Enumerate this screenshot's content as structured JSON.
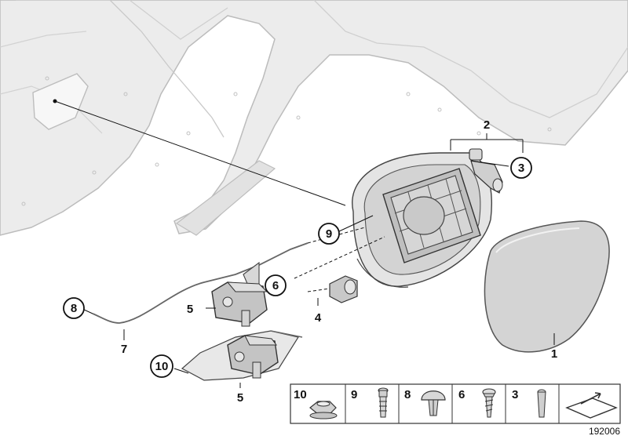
{
  "callouts": {
    "n1": "1",
    "n2": "2",
    "n3": "3",
    "n4": "4",
    "n5a": "5",
    "n5b": "5",
    "n6": "6",
    "n7": "7",
    "n8": "8",
    "n9": "9",
    "n10": "10"
  },
  "legend": {
    "items": [
      {
        "label": "10",
        "part": "flange-nut"
      },
      {
        "label": "9",
        "part": "expanding-rivet"
      },
      {
        "label": "8",
        "part": "spreader-clip"
      },
      {
        "label": "6",
        "part": "torx-screw"
      },
      {
        "label": "3",
        "part": "pin"
      }
    ],
    "orientation_icon": "arrow-sheet-icon"
  },
  "reference_number": "192006",
  "colors": {
    "body_panel": "#e8e8e8",
    "body_edge": "#b9b9b9",
    "line": "#111111",
    "flap": "#d4d4d4",
    "legend_border": "#333333"
  }
}
